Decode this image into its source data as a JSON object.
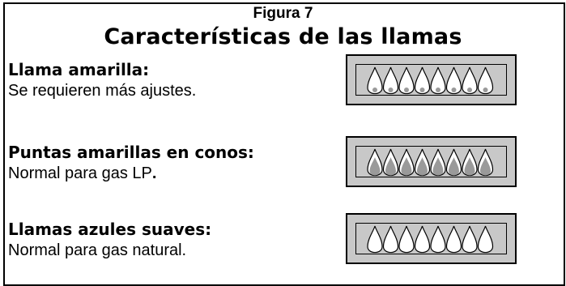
{
  "figure": {
    "label": "Figura 7",
    "title": "Características de las llamas"
  },
  "rows": [
    {
      "heading": "Llama amarilla:",
      "description": "Se requieren más ajustes.",
      "flame_type": "yellow-flame"
    },
    {
      "heading": "Puntas amarillas en conos:",
      "description": "Normal para gas LP",
      "description_suffix": ".",
      "flame_type": "yellow-tips"
    },
    {
      "heading": "Llamas azules suaves:",
      "description": "Normal para gas natural.",
      "flame_type": "soft-blue"
    }
  ],
  "colors": {
    "box_fill": "#c8c8c8",
    "flame_fill": "#ffffff",
    "flame_shade": "#9a9a9a",
    "border": "#000000"
  }
}
